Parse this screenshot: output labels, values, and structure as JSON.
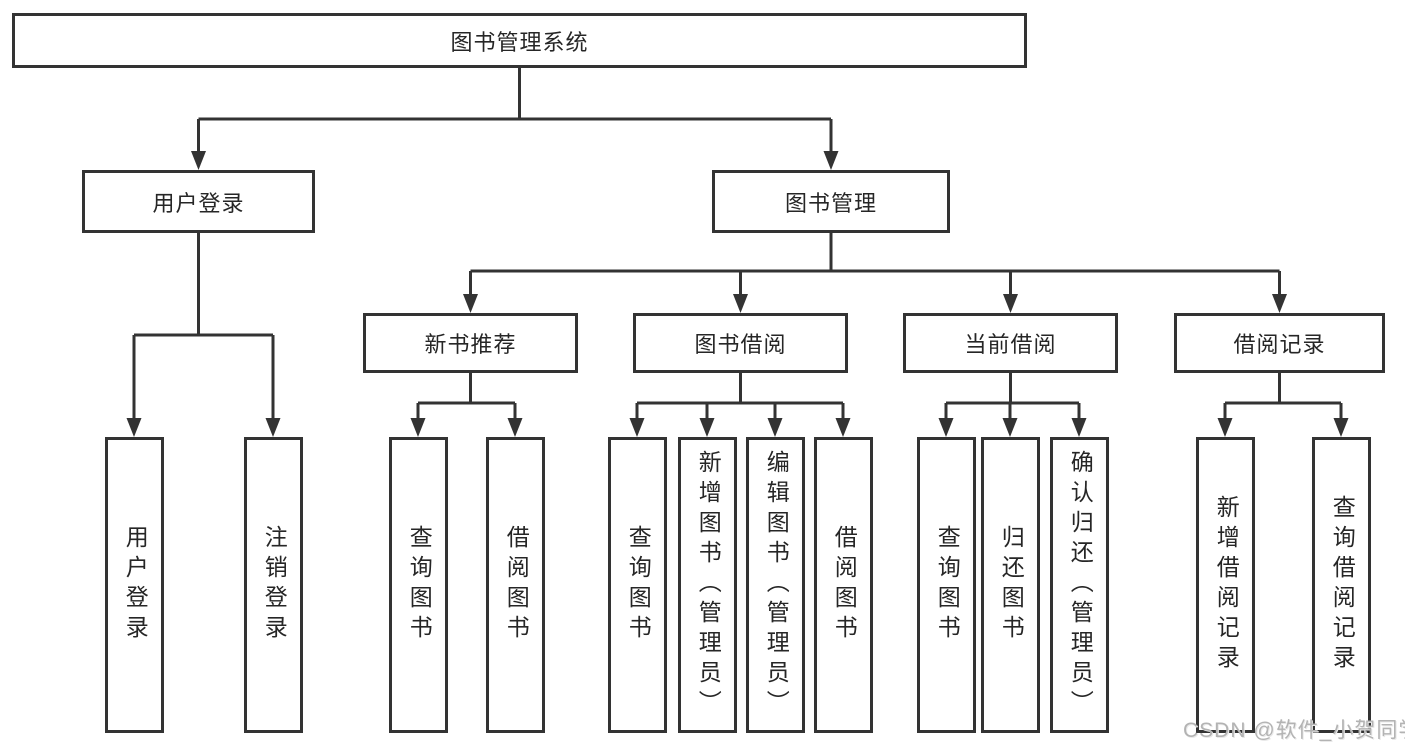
{
  "diagram": {
    "root": {
      "label": "图书管理系统"
    },
    "level2": [
      {
        "label": "用户登录"
      },
      {
        "label": "图书管理"
      }
    ],
    "level3": [
      {
        "label": "新书推荐"
      },
      {
        "label": "图书借阅"
      },
      {
        "label": "当前借阅"
      },
      {
        "label": "借阅记录"
      }
    ],
    "leaves": [
      {
        "label": "用户登录"
      },
      {
        "label": "注销登录"
      },
      {
        "label": "查询图书"
      },
      {
        "label": "借阅图书"
      },
      {
        "label": "查询图书"
      },
      {
        "label": "新增图书（管理员）"
      },
      {
        "label": "编辑图书（管理员）"
      },
      {
        "label": "借阅图书"
      },
      {
        "label": "查询图书"
      },
      {
        "label": "归还图书"
      },
      {
        "label": "确认归还（管理员）"
      },
      {
        "label": "新增借阅记录"
      },
      {
        "label": "查询借阅记录"
      }
    ]
  },
  "watermark": {
    "text": "CSDN @软件_小贺同学"
  },
  "colors": {
    "line": "#333333",
    "text": "#262626",
    "background": "#ffffff",
    "watermark": "#b3b3b3"
  }
}
